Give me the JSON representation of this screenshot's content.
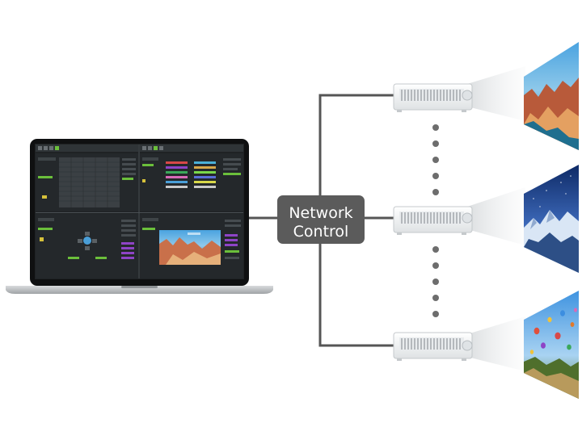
{
  "hub": {
    "label_line1": "Network",
    "label_line2": "Control",
    "fill_color": "#5b5b5b",
    "line_color": "#555555"
  },
  "laptop": {
    "screen_color": "#1f2224",
    "panel_color": "#2a2e31",
    "accent_color": "#6bbf3b",
    "icon": "laptop-icon"
  },
  "projectors": [
    {
      "id": "top",
      "icon": "projector-icon",
      "image": "coastal-cliff-town-image"
    },
    {
      "id": "middle",
      "icon": "projector-icon",
      "image": "snowy-mountain-night-image"
    },
    {
      "id": "bottom",
      "icon": "projector-icon",
      "image": "hot-air-balloons-image"
    }
  ],
  "dots_between_projectors": [
    5,
    5
  ]
}
